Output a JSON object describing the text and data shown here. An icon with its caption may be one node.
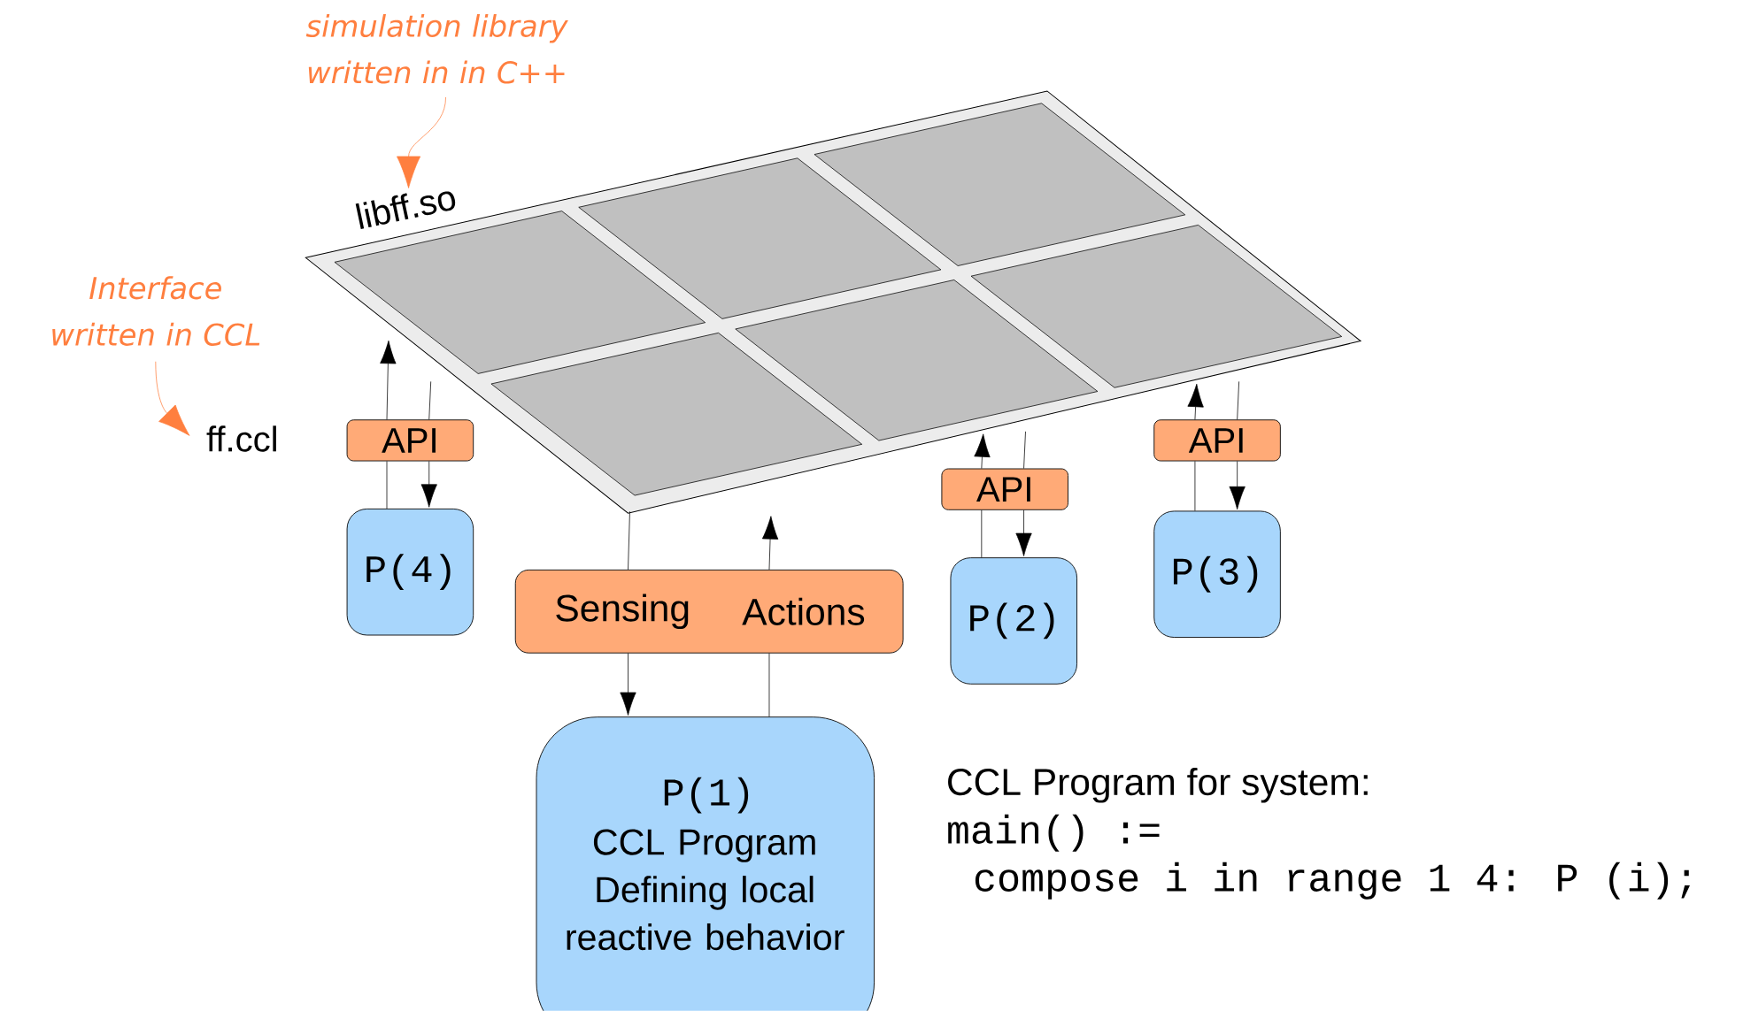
{
  "diagram": {
    "nodes": [
      {
        "text": [
          "libff.so"
        ]
      },
      {
        "text": [
          "API"
        ]
      },
      {
        "text": [
          "P(4)"
        ]
      },
      {
        "text": [
          "Sensing",
          "Actions"
        ]
      },
      {
        "text": [
          "P(1)",
          "CCL Program Defining local reactive behavior"
        ]
      },
      {
        "text": [
          "API"
        ]
      },
      {
        "text": [
          "P(2)"
        ]
      },
      {
        "text": [
          "API"
        ]
      },
      {
        "text": [
          "P(3)"
        ]
      },
      {
        "text": [
          "ff.ccl"
        ]
      },
      {
        "text": [
          "Interface written in CCL"
        ]
      },
      {
        "text": [
          "simulation library written in in C++"
        ]
      }
    ],
    "edges": [
      {
        "from": 2,
        "to": 1,
        "arrow": "none"
      },
      {
        "from": 1,
        "to": 0,
        "arrow": "to"
      },
      {
        "from": 0,
        "to": 1,
        "arrow": "none"
      },
      {
        "from": 1,
        "to": 2,
        "arrow": "to"
      },
      {
        "from": 6,
        "to": 5,
        "arrow": "none"
      },
      {
        "from": 5,
        "to": 0,
        "arrow": "to"
      },
      {
        "from": 0,
        "to": 5,
        "arrow": "none"
      },
      {
        "from": 5,
        "to": 6,
        "arrow": "to"
      },
      {
        "from": 8,
        "to": 7,
        "arrow": "none"
      },
      {
        "from": 7,
        "to": 0,
        "arrow": "to"
      },
      {
        "from": 0,
        "to": 7,
        "arrow": "none"
      },
      {
        "from": 7,
        "to": 8,
        "arrow": "to"
      },
      {
        "from": 0,
        "to": 3,
        "arrow": "none"
      },
      {
        "from": 3,
        "to": 4,
        "arrow": "to"
      },
      {
        "from": 4,
        "to": 3,
        "arrow": "none"
      },
      {
        "from": 3,
        "to": 0,
        "arrow": "to"
      },
      {
        "from": 10,
        "to": 9,
        "arrow": "to",
        "color": "#ff7f3f"
      },
      {
        "from": 11,
        "to": 0,
        "arrow": "to",
        "color": "#ff7f3f"
      }
    ],
    "labels": [
      "CCL Program for system:",
      "main() :=",
      "compose i in range 1 4: P (i);"
    ]
  }
}
